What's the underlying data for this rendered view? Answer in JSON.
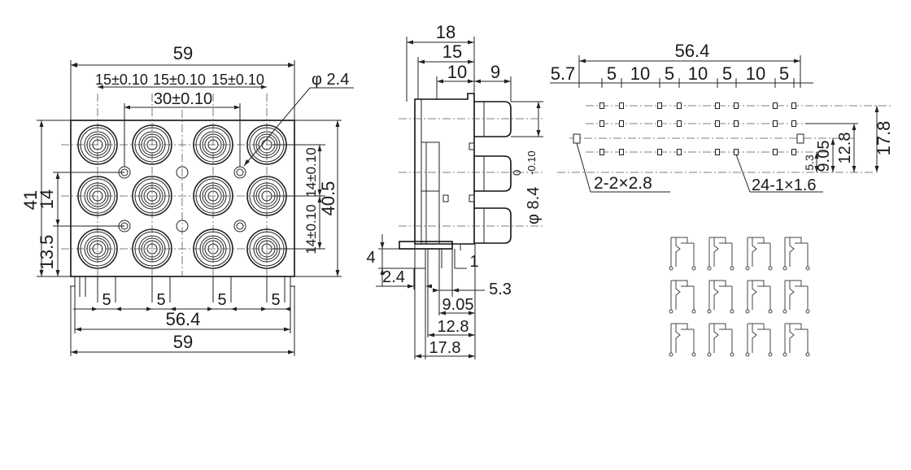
{
  "front_view": {
    "width_top": "59",
    "pitch_1": "15±0.10",
    "pitch_2": "15±0.10",
    "pitch_3": "15±0.10",
    "span_30": "30±0.10",
    "hole_dia": "φ 2.4",
    "height_41": "41",
    "height_14_left": "14",
    "height_13_5": "13.5",
    "height_40_5": "40.5",
    "row_pitch_top": "14±0.10",
    "row_pitch_bottom": "14±0.10",
    "pin_5_a": "5",
    "pin_5_b": "5",
    "pin_5_c": "5",
    "pin_5_d": "5",
    "width_56_4": "56.4",
    "width_bottom": "59"
  },
  "side_view": {
    "depth_18": "18",
    "depth_15": "15",
    "depth_10": "10",
    "depth_9": "9",
    "jack_dia_main": "φ 8.4",
    "jack_dia_tol_upper": "0",
    "jack_dia_tol_lower": "-0.10",
    "pin_h_4": "4",
    "pin_2_4": "2.4",
    "pin_1": "1",
    "pin_5_3": "5.3",
    "pin_9_05": "9.05",
    "pin_12_8": "12.8",
    "pin_17_8": "17.8"
  },
  "pcb_layout": {
    "width_56_4": "56.4",
    "offset_5_7": "5.7",
    "spacing": [
      "5",
      "10",
      "5",
      "10",
      "5",
      "10",
      "5"
    ],
    "v_5_3": "5.3",
    "v_9_05": "9.05",
    "v_12_8": "12.8",
    "v_17_8": "17.8",
    "mount_holes": "2-2×2.8",
    "pin_holes": "24-1×1.6"
  },
  "schematic": {
    "jacks": 12
  }
}
